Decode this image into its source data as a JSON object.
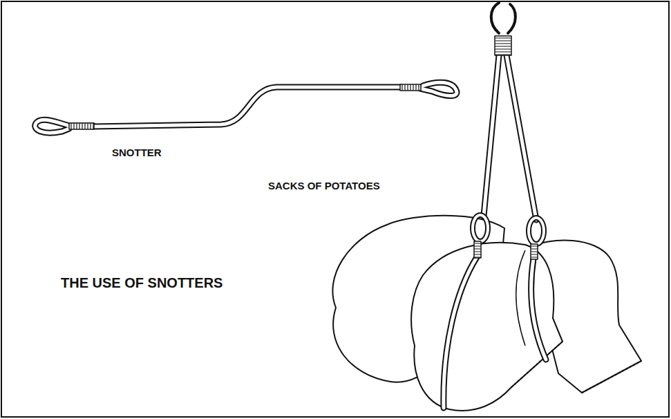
{
  "diagram": {
    "title": "THE USE OF SNOTTERS",
    "labels": [
      "SNOTTER",
      "SACKS OF POTATOES"
    ]
  }
}
